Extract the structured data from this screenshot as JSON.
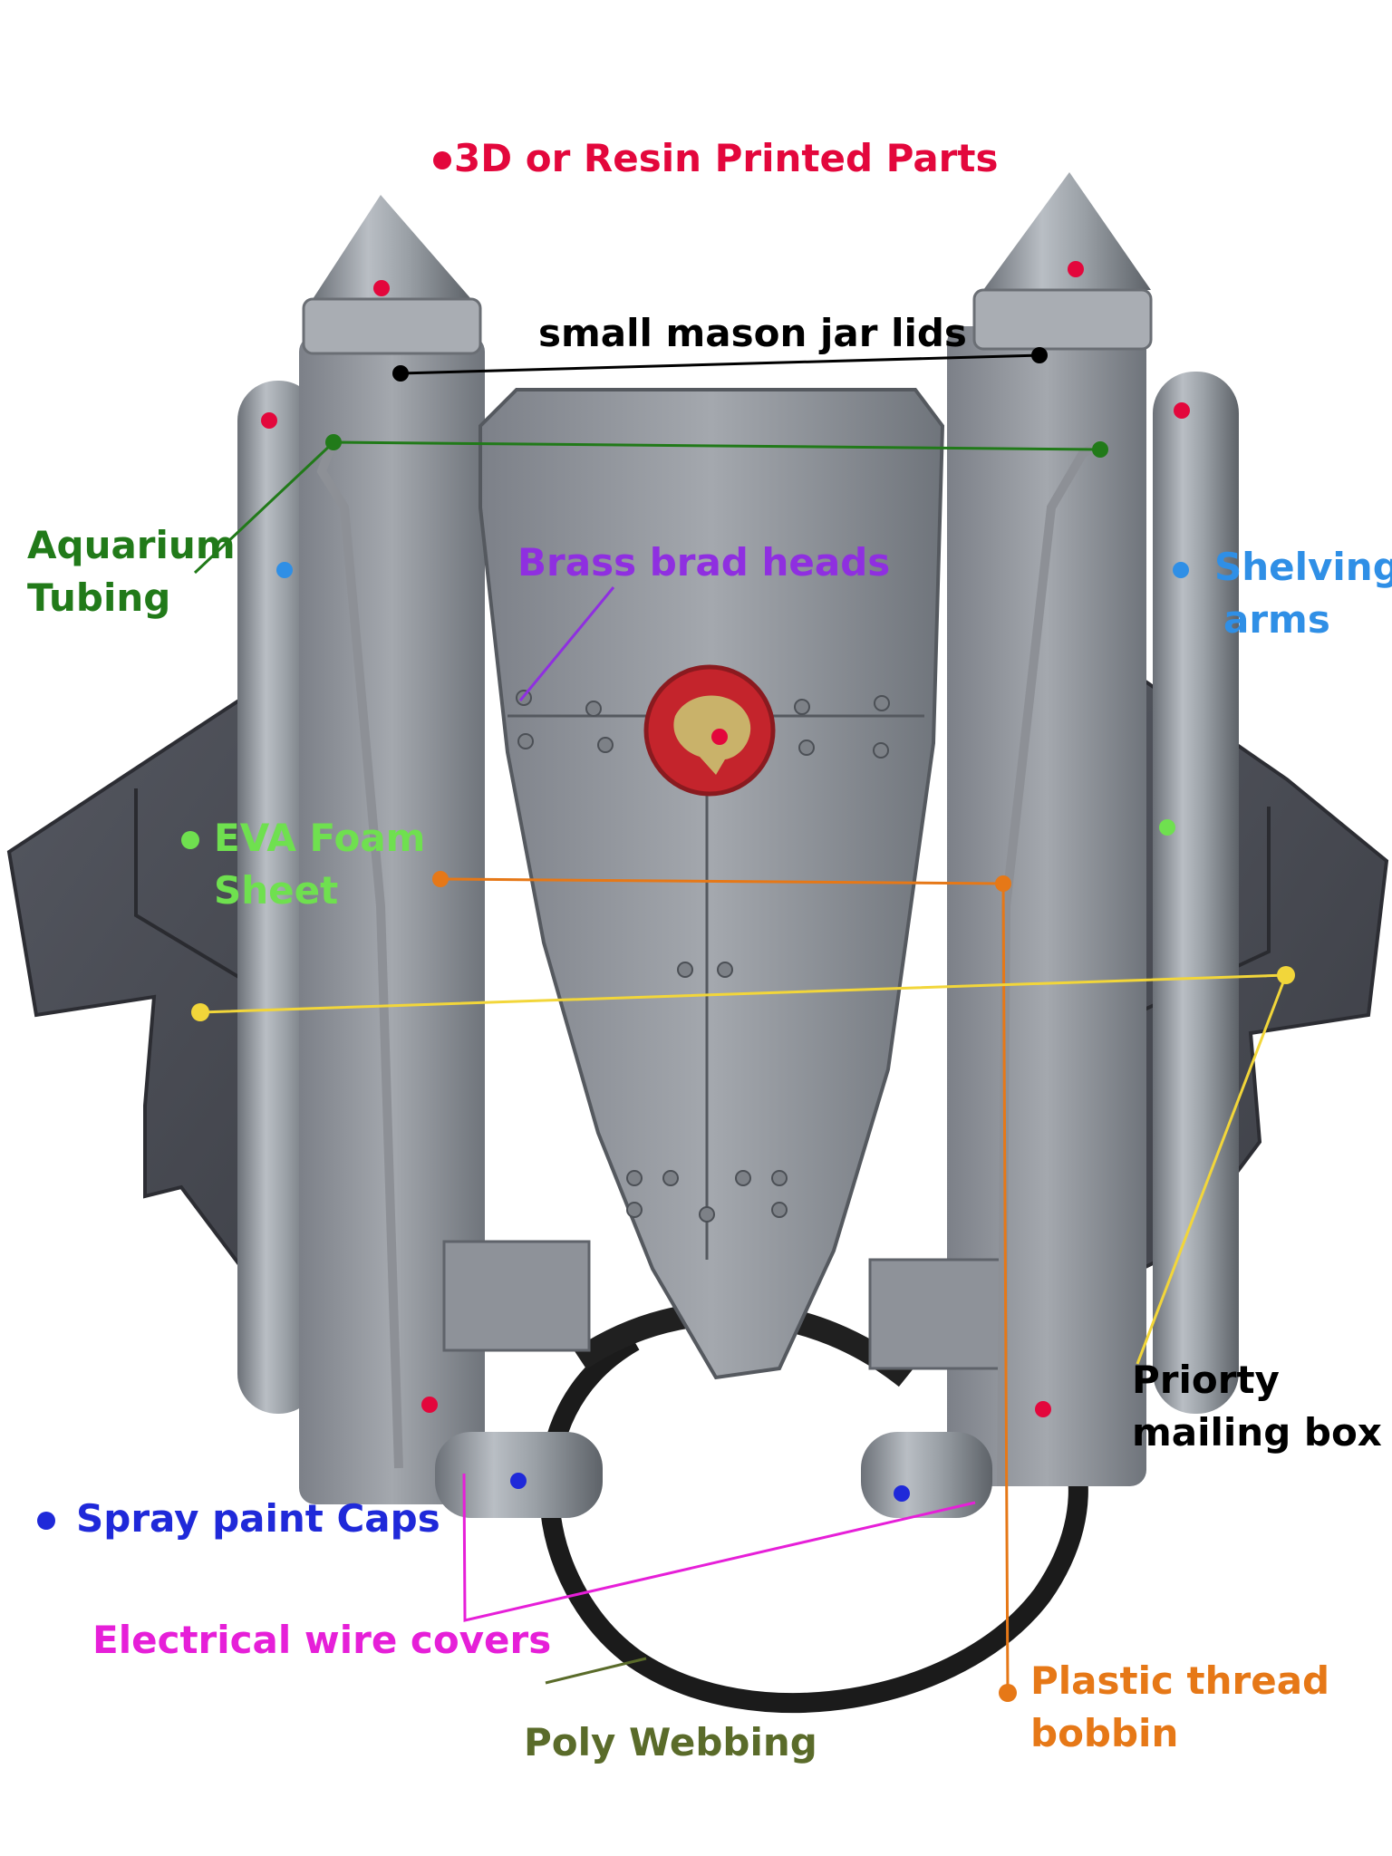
{
  "colors": {
    "printed": "#e3073c",
    "mason": "#000000",
    "aquarium": "#217a19",
    "brass": "#8f2fe0",
    "shelving": "#2f8fe6",
    "eva": "#6fe04f",
    "priority": "#f2d63a",
    "spray": "#1f29d9",
    "wire": "#e61fd8",
    "poly": "#5a6b2a",
    "bobbin": "#e67817",
    "metal": "#9aa0a6",
    "foam": "#4a4c54",
    "strap": "#1b1b1b",
    "emblem": "#c4242c",
    "emblem_bird": "#c9b26a"
  },
  "labels": {
    "printed_parts": "3D or Resin Printed Parts",
    "mason_jar": "small mason jar lids",
    "aquarium_1": "Aquarium",
    "aquarium_2": "Tubing",
    "brass": "Brass brad heads",
    "shelving_1": "Shelving",
    "shelving_2": "arms",
    "eva_1": "EVA Foam",
    "eva_2": "Sheet",
    "priority_1": "Priorty",
    "priority_2": "mailing box",
    "spray": "Spray paint Caps",
    "wire": "Electrical wire covers",
    "poly": "Poly Webbing",
    "bobbin_1": "Plastic thread",
    "bobbin_2": "bobbin"
  },
  "photo": {
    "subject": "jetpack-costume-prop",
    "emblem_icon": "eagle-head-icon"
  }
}
